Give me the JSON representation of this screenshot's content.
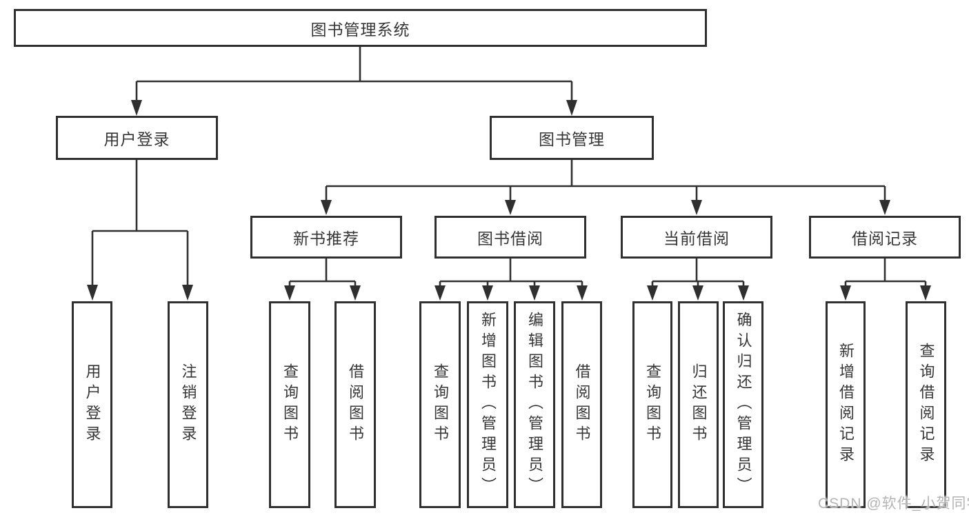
{
  "diagram": {
    "root": {
      "label": "图书管理系统"
    },
    "branches": [
      {
        "label": "用户登录",
        "leaves": [
          "用户登录",
          "注销登录"
        ]
      },
      {
        "label": "图书管理",
        "groups": [
          {
            "label": "新书推荐",
            "leaves": [
              "查询图书",
              "借阅图书"
            ]
          },
          {
            "label": "图书借阅",
            "leaves": [
              "查询图书",
              "新增图书（管理员）",
              "编辑图书（管理员）",
              "借阅图书"
            ]
          },
          {
            "label": "当前借阅",
            "leaves": [
              "查询图书",
              "归还图书",
              "确认归还（管理员）"
            ]
          },
          {
            "label": "借阅记录",
            "leaves": [
              "新增借阅记录",
              "查询借阅记录"
            ]
          }
        ]
      }
    ]
  },
  "watermark": {
    "text": "CSDN @软件_小贺同学"
  },
  "colors": {
    "line": "#2f2f2f",
    "box_border": "#2f2f2f",
    "text": "#363636",
    "watermark": "#b4b4b4",
    "background": "#ffffff"
  }
}
